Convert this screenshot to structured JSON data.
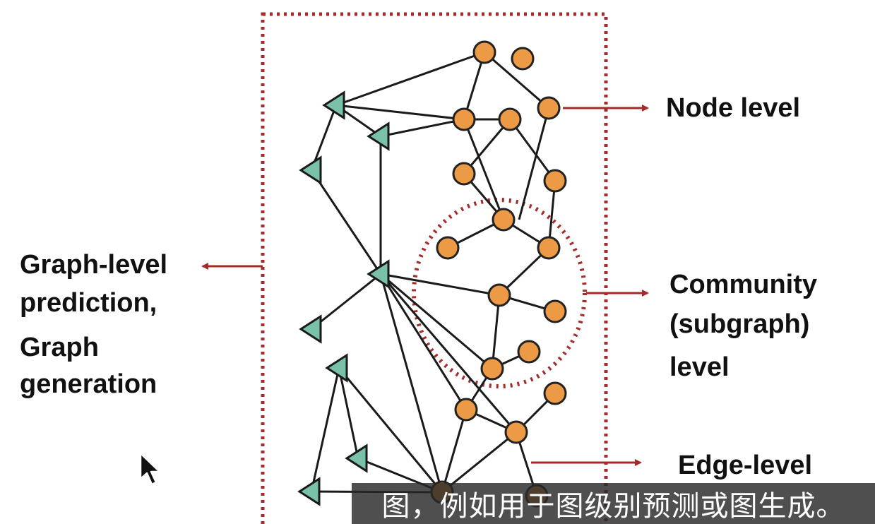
{
  "labels": {
    "node_level": "Node level",
    "community_line1": "Community",
    "community_line2": "(subgraph)",
    "community_line3": "level",
    "edge_level": "Edge-level",
    "graph_line1": "Graph-level",
    "graph_line2": "prediction,",
    "graph_line3": "Graph",
    "graph_line4": "generation"
  },
  "subtitle": "图，例如用于图级别预测或图生成。",
  "colors": {
    "node_fill": "#EC9A45",
    "node_stroke": "#222222",
    "triangle_fill": "#79C1A8",
    "edge_color": "#1a1a1a",
    "accent_red": "#A52A2A"
  },
  "icons": {
    "cursor": "mouse-pointer-icon",
    "arrow": "red-arrow-icon"
  }
}
